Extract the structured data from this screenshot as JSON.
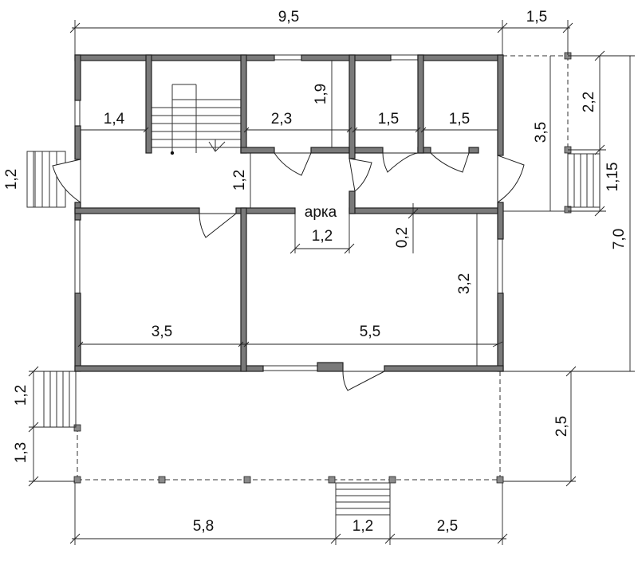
{
  "dimensions": {
    "top_total": "9,5",
    "top_right": "1,5",
    "room_stair_width": "1,4",
    "room_w1": "2,3",
    "room_h1": "1,9",
    "room_w2": "1,5",
    "room_w3": "1,5",
    "corridor_h": "1,2",
    "side_porch_depth": "3,5",
    "side_porch_upper": "2,2",
    "side_steps": "1,15",
    "total_height": "7,0",
    "left_steps_top": "1,2",
    "arch_width": "1,2",
    "wall_gap": "0,2",
    "room_h2": "3,2",
    "room_w4": "3,5",
    "room_w5": "5,5",
    "terrace_depth": "2,5",
    "left_steps_bottom": "1,2",
    "left_bottom_offset": "1,3",
    "bottom_left": "5,8",
    "bottom_mid": "1,2",
    "bottom_right": "2,5"
  },
  "labels": {
    "arch": "арка"
  }
}
